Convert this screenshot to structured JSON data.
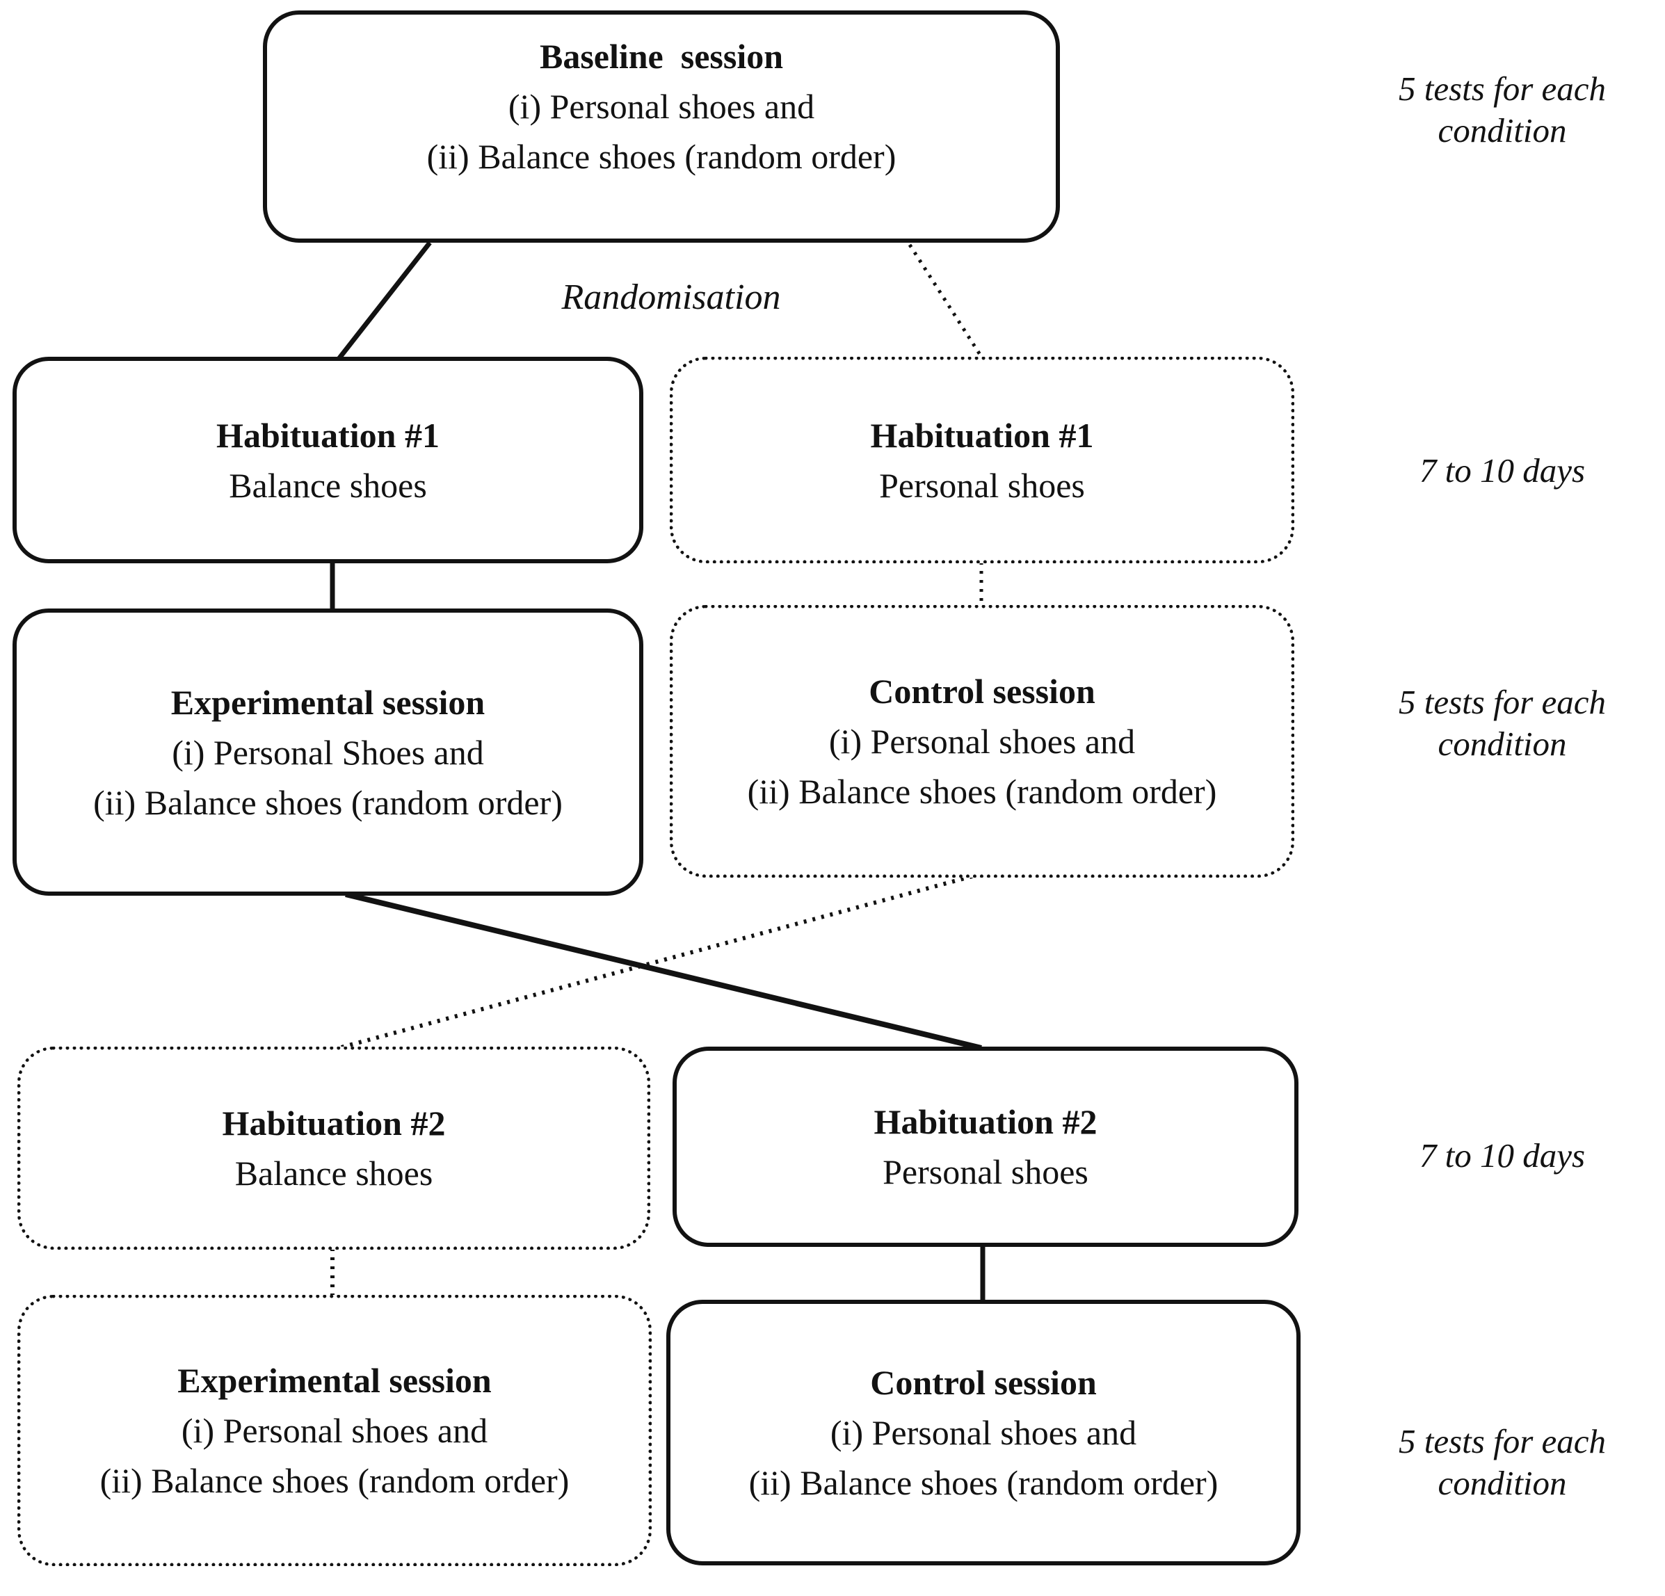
{
  "diagram": {
    "boxes": {
      "baseline": {
        "title": "Baseline  session",
        "line1": "(i) Personal shoes and",
        "line2": "(ii) Balance shoes (random order)"
      },
      "hab1_balance": {
        "title": "Habituation #1",
        "line1": "Balance shoes"
      },
      "hab1_personal": {
        "title": "Habituation #1",
        "line1": "Personal shoes"
      },
      "exp_session1": {
        "title": "Experimental session",
        "line1": "(i) Personal Shoes and",
        "line2": "(ii) Balance shoes (random order)"
      },
      "ctrl_session1": {
        "title": "Control session",
        "line1": "(i) Personal shoes and",
        "line2": "(ii) Balance shoes (random order)"
      },
      "hab2_balance": {
        "title": "Habituation #2",
        "line1": "Balance shoes"
      },
      "hab2_personal": {
        "title": "Habituation #2",
        "line1": "Personal shoes"
      },
      "exp_session2": {
        "title": "Experimental session",
        "line1": "(i) Personal shoes and",
        "line2": "(ii) Balance shoes (random order)"
      },
      "ctrl_session2": {
        "title": "Control session",
        "line1": "(i) Personal shoes and",
        "line2": "(ii) Balance shoes (random order)"
      }
    },
    "labels": {
      "randomisation": "Randomisation",
      "row1_tests": {
        "line1": "5 tests for each",
        "line2": "condition"
      },
      "row2_days": "7 to 10 days",
      "row3_tests": {
        "line1": "5 tests for each",
        "line2": "condition"
      },
      "row4_days": "7 to 10 days",
      "row5_tests": {
        "line1": "5 tests for each",
        "line2": "condition"
      }
    },
    "line_color": "#121212",
    "background_color": "#ffffff"
  }
}
